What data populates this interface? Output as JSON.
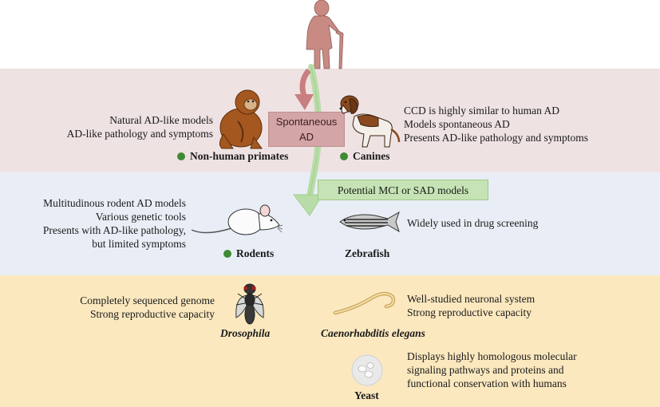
{
  "spontaneous_box": {
    "lines": [
      "Spontaneous",
      "AD"
    ]
  },
  "mci_box": {
    "text": "Potential MCI or SAD models"
  },
  "non_human_primates": {
    "label": "Non-human primates",
    "lines": [
      "Natural AD-like models",
      "AD-like pathology and symptoms"
    ],
    "marked": true
  },
  "canines": {
    "label": "Canines",
    "lines": [
      "CCD is highly similar to human AD",
      "Models spontaneous AD",
      "Presents AD-like pathology and symptoms"
    ],
    "marked": true
  },
  "rodents": {
    "label": "Rodents",
    "lines": [
      "Multitudinous rodent AD models",
      "Various genetic tools",
      "Presents with AD-like pathology,",
      "but limited symptoms"
    ],
    "marked": true
  },
  "zebrafish": {
    "label": "Zebrafish",
    "lines": [
      "Widely used in drug screening"
    ]
  },
  "drosophila": {
    "label": "Drosophila",
    "lines": [
      "Completely sequenced genome",
      "Strong reproductive capacity"
    ]
  },
  "c_elegans": {
    "label": "Caenorhabditis elegans",
    "lines": [
      "Well-studied neuronal system",
      "Strong reproductive capacity"
    ]
  },
  "yeast": {
    "label": "Yeast",
    "lines": [
      "Displays highly homologous molecular",
      "signaling pathways and proteins and",
      "functional conservation with humans"
    ]
  },
  "colors": {
    "top_band": "#efe2e3",
    "middle_band": "#e9eef6",
    "bottom_band": "#fbe8bf",
    "marker_dot": "#3f8a35",
    "human_figure": "#c98a84",
    "spontaneous_arrow": "#c97f7f",
    "model_arrow": "#b9dca8"
  },
  "icons": [
    "elderly-human-icon",
    "monkey-icon",
    "dog-icon",
    "rat-icon",
    "zebrafish-icon",
    "fly-icon",
    "worm-icon",
    "yeast-icon"
  ]
}
